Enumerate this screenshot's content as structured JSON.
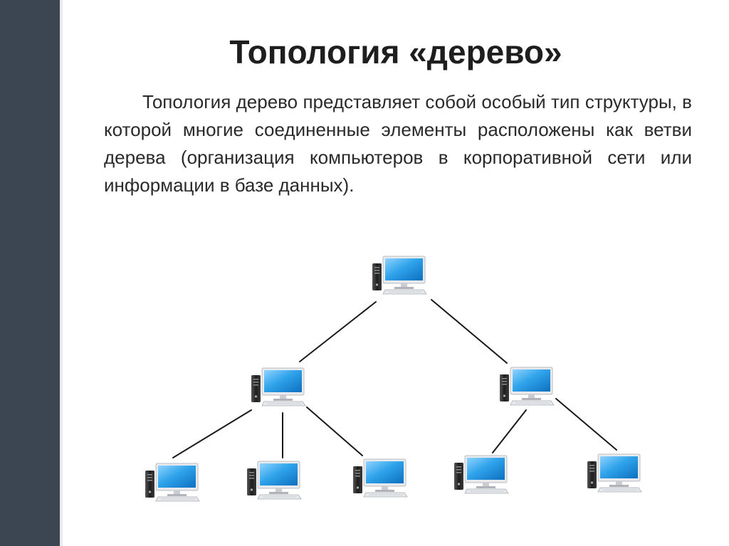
{
  "slide": {
    "title": "Топология «дерево»",
    "description": "Топология дерево представляет собой особый тип структуры, в которой многие соединенные элементы расположены как ветви дерева (организация компьютеров в корпоративной сети или информации в базе данных)."
  },
  "colors": {
    "sidebar": "#3c4653",
    "line": "#1a1a1a",
    "screen": "#2fa3ea",
    "frame": "#e8eaed",
    "tower": "#2b2b2b"
  },
  "tree": {
    "icon": "desktop-computer-icon",
    "nodes": [
      "root",
      "mid-left",
      "mid-right",
      "leaf-1",
      "leaf-2",
      "leaf-3",
      "leaf-4",
      "leaf-5"
    ],
    "links": [
      [
        "root",
        "mid-left"
      ],
      [
        "root",
        "mid-right"
      ],
      [
        "mid-left",
        "leaf-1"
      ],
      [
        "mid-left",
        "leaf-2"
      ],
      [
        "mid-left",
        "leaf-3"
      ],
      [
        "mid-right",
        "leaf-4"
      ],
      [
        "mid-right",
        "leaf-5"
      ]
    ]
  }
}
